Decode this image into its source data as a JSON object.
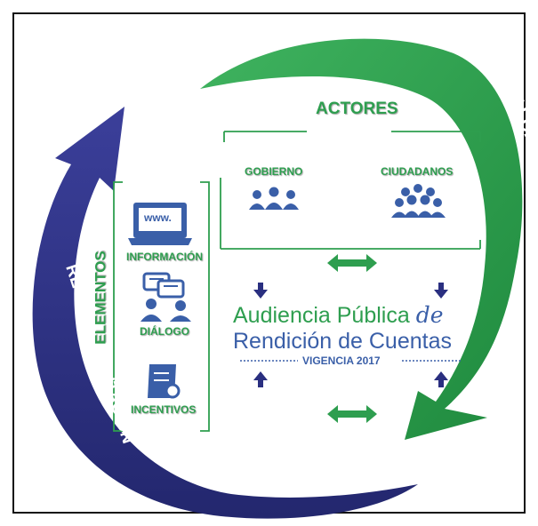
{
  "actores": {
    "title": "ACTORES",
    "gobierno": "GOBIERNO",
    "ciudadanos": "CIUDADANOS"
  },
  "elementos": {
    "title": "ELEMENTOS",
    "informacion": "INFORMACIÓN",
    "www": "www.",
    "dialogo": "DIÁLOGO",
    "incentivos": "INCENTIVOS"
  },
  "evaluacion": "EVALUACIÓN",
  "retroalimentacion": "RETROALIMENTACIÓN",
  "center": {
    "line1_a": "Audiencia Pública",
    "line1_b": "de",
    "line2": "Rendición de Cuentas",
    "vigencia": "VIGENCIA 2017"
  },
  "colors": {
    "green": "#2e9e4f",
    "navy": "#2a2f80",
    "blue_text": "#3a5fa8"
  }
}
